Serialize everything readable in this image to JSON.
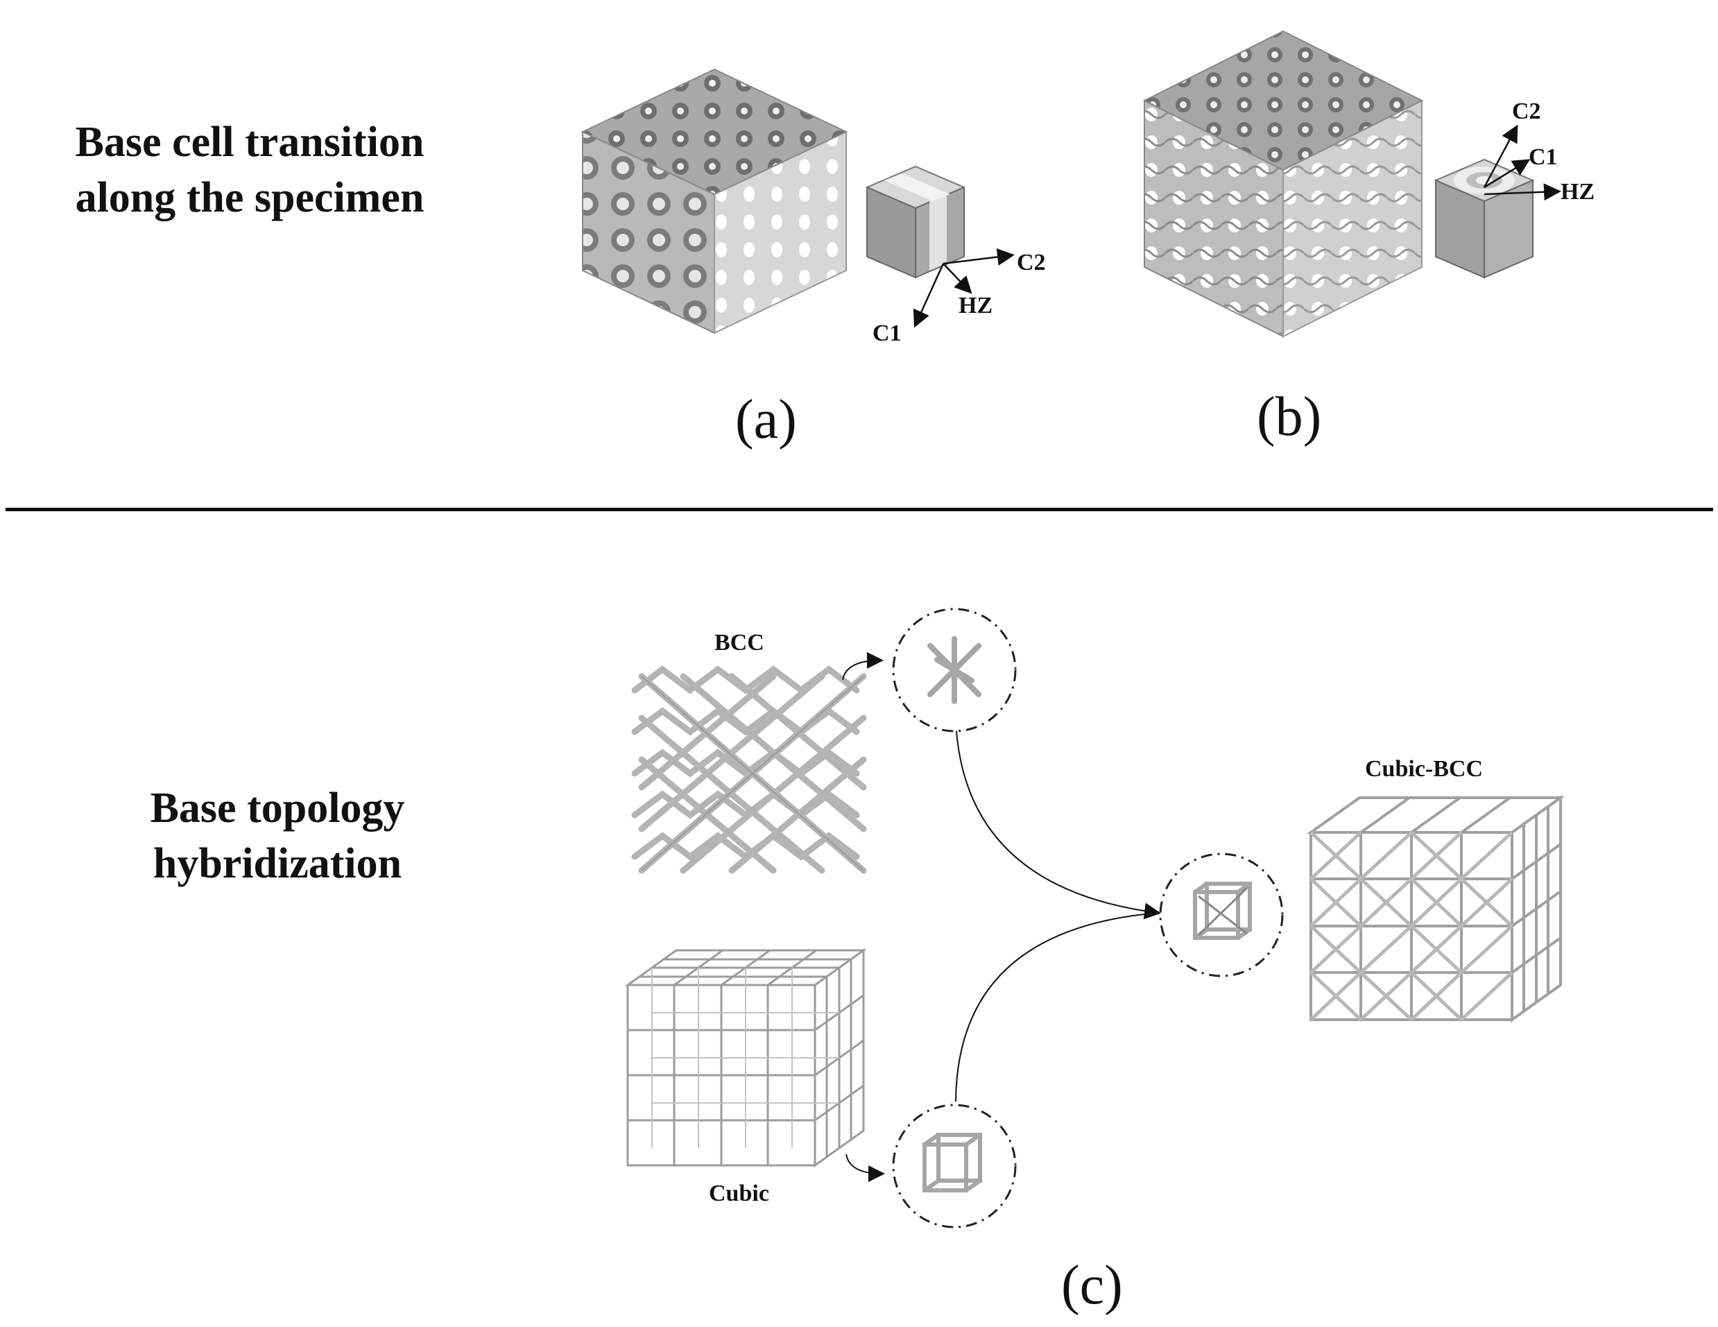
{
  "top_section": {
    "heading_line1": "Base cell transition",
    "heading_line2": "along the specimen",
    "panel_a": {
      "label": "(a)",
      "axis_c1": "C1",
      "axis_c2": "C2",
      "axis_hz": "HZ"
    },
    "panel_b": {
      "label": "(b)",
      "axis_c1": "C1",
      "axis_c2": "C2",
      "axis_hz": "HZ"
    }
  },
  "bottom_section": {
    "heading_line1": "Base topology",
    "heading_line2": "hybridization",
    "panel_c": {
      "label": "(c)",
      "bcc_label": "BCC",
      "cubic_label": "Cubic",
      "hybrid_label": "Cubic-BCC"
    }
  }
}
